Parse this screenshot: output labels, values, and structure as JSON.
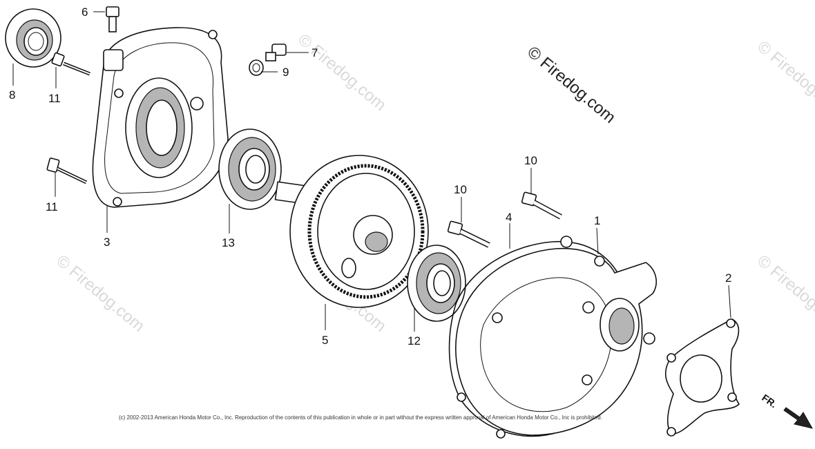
{
  "callouts": {
    "c1": "1",
    "c2": "2",
    "c3": "3",
    "c4": "4",
    "c5": "5",
    "c6": "6",
    "c7": "7",
    "c8": "8",
    "c9": "9",
    "c10a": "10",
    "c10b": "10",
    "c11a": "11",
    "c11b": "11",
    "c12": "12",
    "c13": "13"
  },
  "watermark": {
    "main": "© Firedog.com",
    "repeat": "© Firedog.com"
  },
  "copyright": "(c) 2002-2013 American Honda Motor Co., Inc. Reproduction of the contents of this publication in whole or in part without the express written approval of American Honda Motor Co., Inc is prohibited.",
  "direction_label": "FR."
}
